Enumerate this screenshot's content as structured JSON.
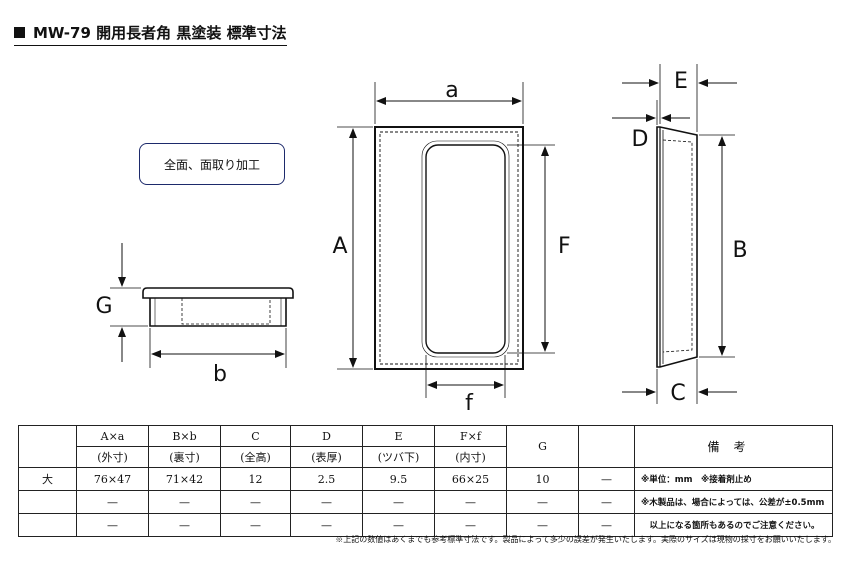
{
  "title": "MW-79 開用長者角 黒塗装 標準寸法",
  "note": "全面、面取り加工",
  "dimension_labels": {
    "a": "a",
    "A": "A",
    "F": "F",
    "f": "f",
    "E": "E",
    "D": "D",
    "B": "B",
    "C": "C",
    "G": "G",
    "b": "b"
  },
  "table": {
    "headers": [
      {
        "top": "",
        "bottom": ""
      },
      {
        "top": "A×a",
        "bottom": "(外寸)"
      },
      {
        "top": "B×b",
        "bottom": "(裏寸)"
      },
      {
        "top": "C",
        "bottom": "(全高)"
      },
      {
        "top": "D",
        "bottom": "(表厚)"
      },
      {
        "top": "E",
        "bottom": "(ツバ下)"
      },
      {
        "top": "F×f",
        "bottom": "(内寸)"
      },
      {
        "top": "G",
        "bottom": ""
      },
      {
        "top": "",
        "bottom": ""
      }
    ],
    "remarks_header": "備考",
    "rows": [
      {
        "cells": [
          "大",
          "76×47",
          "71×42",
          "12",
          "2.5",
          "9.5",
          "66×25",
          "10",
          "—"
        ],
        "remark": "※単位：mm　※接着剤止め"
      },
      {
        "cells": [
          "",
          "—",
          "—",
          "—",
          "—",
          "—",
          "—",
          "—",
          "—"
        ],
        "remark": "※木製品は、場合によっては、公差が±0.5mm"
      },
      {
        "cells": [
          "",
          "—",
          "—",
          "—",
          "—",
          "—",
          "—",
          "—",
          "—"
        ],
        "remark": "　以上になる箇所もあるのでご注意ください。"
      }
    ]
  },
  "footnote": "※上記の数値はあくまでも参考標準寸法です。製品によって多少の誤差が発生いたします。実際のサイズは現物の採寸をお願いいたします。"
}
